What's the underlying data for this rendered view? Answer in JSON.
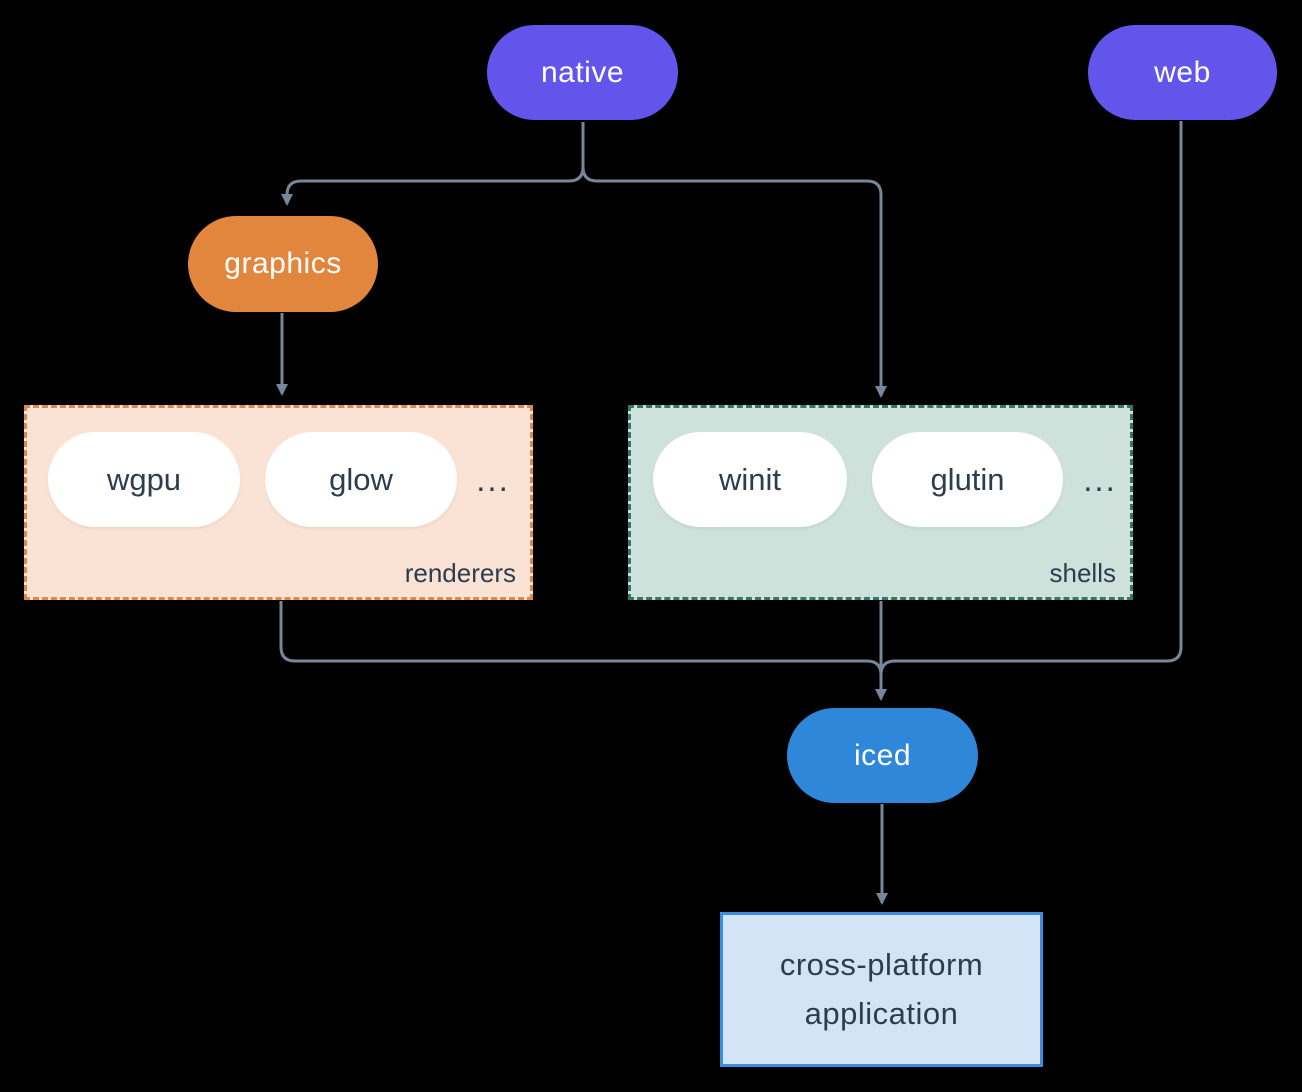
{
  "colors": {
    "bg": "#000000",
    "purple": "#6355ec",
    "orange": "#e2863e",
    "blue": "#2e87d9",
    "edge": "#76879a",
    "node-text": "#ffffff",
    "dark-text": "#2e3d4e",
    "renderers-fill": "#fae3d5",
    "renderers-border": "#dc8a4c",
    "shells-fill": "#cfe1db",
    "shells-border": "#337769",
    "app-fill": "#d4e4f7",
    "app-border": "#3b8de0",
    "chip-fill": "#ffffff"
  },
  "nodes": {
    "native": {
      "label": "native"
    },
    "web": {
      "label": "web"
    },
    "graphics": {
      "label": "graphics"
    },
    "iced": {
      "label": "iced"
    },
    "app": {
      "lines": [
        "cross-platform",
        "application"
      ]
    }
  },
  "groups": {
    "renderers": {
      "label": "renderers",
      "chips": [
        "wgpu",
        "glow"
      ],
      "ellipsis": "..."
    },
    "shells": {
      "label": "shells",
      "chips": [
        "winit",
        "glutin"
      ],
      "ellipsis": "..."
    }
  }
}
